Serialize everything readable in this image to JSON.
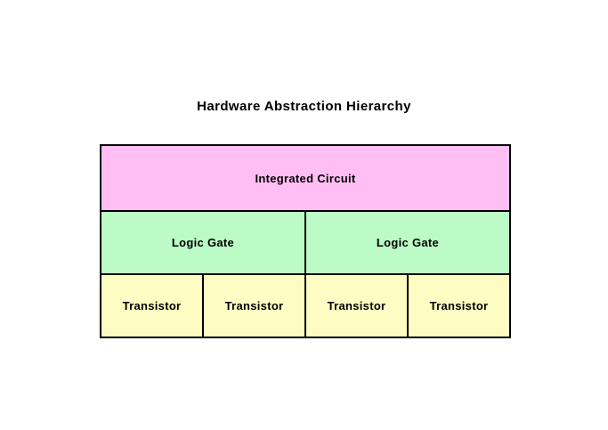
{
  "title": "Hardware Abstraction Hierarchy",
  "page": {
    "background": "#ffffff",
    "text_color": "#000000"
  },
  "diagram": {
    "border_color": "#000000",
    "levels": [
      {
        "id": "integrated-circuit",
        "color": "#ffbff5",
        "cells": [
          "Integrated Circuit"
        ]
      },
      {
        "id": "logic-gate",
        "color": "#bcfac6",
        "cells": [
          "Logic Gate",
          "Logic Gate"
        ]
      },
      {
        "id": "transistor",
        "color": "#fdfdc3",
        "cells": [
          "Transistor",
          "Transistor",
          "Transistor",
          "Transistor"
        ]
      }
    ]
  }
}
